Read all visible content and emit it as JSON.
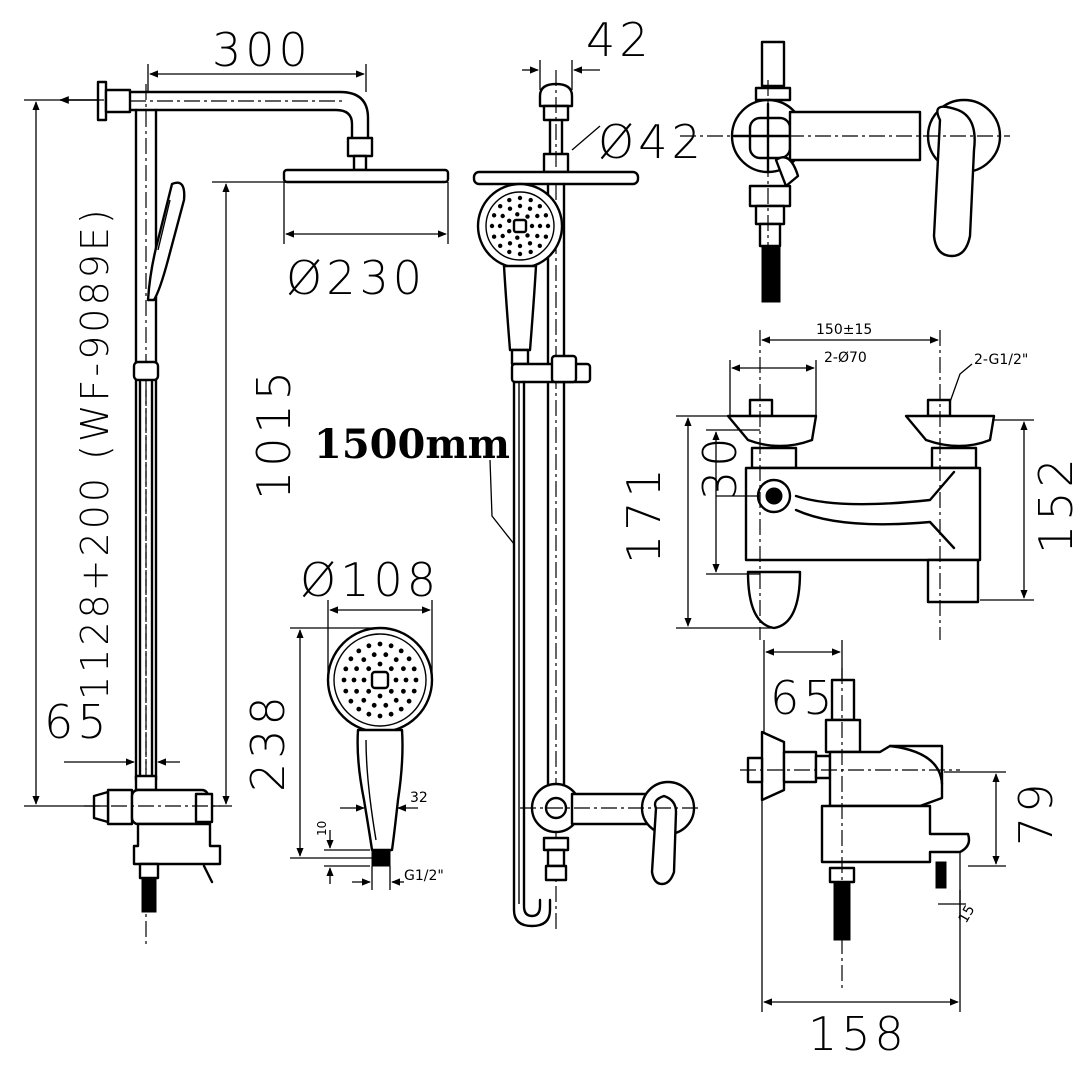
{
  "dimensions": {
    "arm_length": "300",
    "total_height": "1128+200 (WF-9089E)",
    "rain_head_diameter": "Ø230",
    "rail_height": "1015",
    "bottom_offset": "65",
    "connector_width": "42",
    "connector_diameter": "Ø42",
    "hose_length": "1500mm",
    "hand_shower_diameter": "Ø108",
    "hand_shower_length": "238",
    "handle_width": "32",
    "thread_length": "10",
    "hand_thread": "G1/2\"",
    "center_distance": "150±15",
    "flange_diameter": "2-Ø70",
    "inlet_thread": "2-G1/2\"",
    "mixer_height": "171",
    "inner_height": "30",
    "body_height": "152",
    "side_offset": "65",
    "side_height": "79",
    "side_depth": "158",
    "side_small": "15"
  }
}
